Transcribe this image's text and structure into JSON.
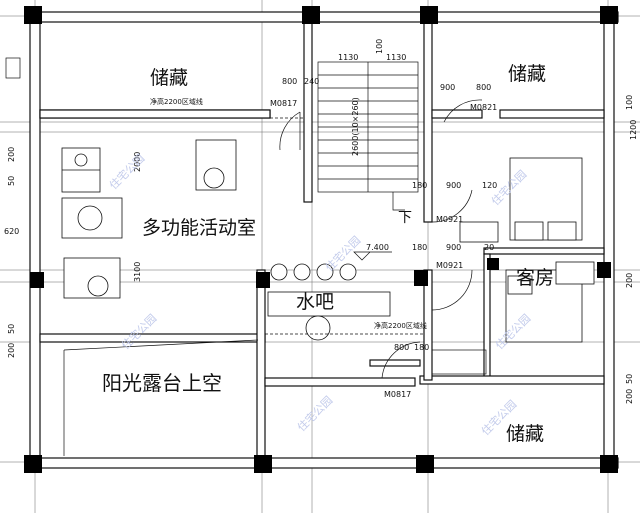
{
  "rooms": {
    "storage_top_left": "储藏",
    "storage_top_right": "储藏",
    "multi_room": "多功能活动室",
    "bar": "水吧",
    "guest_room": "客房",
    "terrace": "阳光露台上空",
    "storage_bottom_right": "储藏"
  },
  "notes": {
    "beam_top": "净高2200区域线",
    "beam_mid": "净高2200区域线",
    "stair_down": "下",
    "level": "7.400"
  },
  "doors": {
    "m0817_top": "M0817",
    "m0821": "M0821",
    "m0921_a": "M0921",
    "m0921_b": "M0921",
    "m0817_bottom": "M0817"
  },
  "dims": {
    "d1130_left": "1130",
    "d100": "100",
    "d1130_right": "1130",
    "d800_left": "800",
    "d240": "240",
    "d900_top": "900",
    "d800_top_right": "800",
    "d100_right": "100",
    "d1200_right": "1200",
    "stair_run": "2600(10×260)",
    "d2000": "2000",
    "d3100": "3100",
    "d180_a": "180",
    "d900_a": "900",
    "d120": "120",
    "d180_b": "180",
    "d900_b": "900",
    "d20": "20",
    "d800_bottom": "800",
    "d180_c": "180",
    "d200_left_a": "200",
    "d50_left_a": "50",
    "d620": "620",
    "d50_left_b": "50",
    "d200_left_b": "200",
    "d200_right_a": "200",
    "d50_right": "50",
    "d200_right_b": "200"
  },
  "watermarks": [
    "住宅公园",
    "住宅公园",
    "住宅公园",
    "住宅公园",
    "住宅公园",
    "住宅公园",
    "住宅公园"
  ]
}
